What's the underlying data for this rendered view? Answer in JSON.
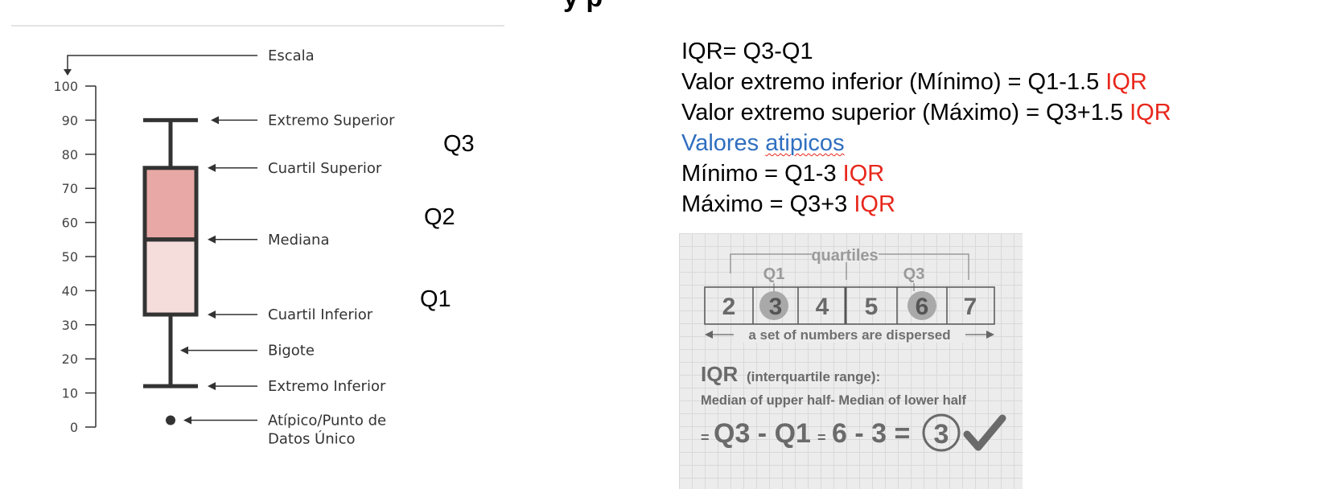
{
  "header": {
    "cut_title": "y p"
  },
  "boxplot": {
    "axis_ticks": [
      "100",
      "90",
      "80",
      "70",
      "60",
      "50",
      "40",
      "30",
      "20",
      "10",
      "0"
    ],
    "labels": {
      "scale": "Escala",
      "upper_extreme": "Extremo Superior",
      "upper_quartile": "Cuartil Superior",
      "median": "Mediana",
      "lower_quartile": "Cuartil Inferior",
      "whisker": "Bigote",
      "lower_extreme": "Extremo Inferior",
      "outlier_line1": "Atípico/Punto de",
      "outlier_line2": "Datos Único"
    },
    "values": {
      "max": 90,
      "q3": 76,
      "median": 55,
      "q1": 33,
      "min": 12,
      "outlier": 2
    },
    "colors": {
      "upper_box": "#e8a8a6",
      "lower_box": "#f5dddc",
      "stroke": "#333333"
    }
  },
  "quartile_tags": {
    "q3": "Q3",
    "q2": "Q2",
    "q1": "Q1"
  },
  "formulas": {
    "iqr": "IQR= Q3-Q1",
    "lower_prefix": "Valor extremo inferior (Mínimo) = Q1-1.5 ",
    "upper_prefix": "Valor extremo superior (Máximo) = Q3+1.5 ",
    "outliers_word1": "Valores ",
    "outliers_word2": "atipicos",
    "min_prefix": "Mínimo = Q1-3 ",
    "max_prefix": "Máximo = Q3+3 ",
    "iqr_token": "IQR",
    "colors": {
      "red": "#e8261b",
      "blue": "#2f6fc0"
    }
  },
  "quartile_figure": {
    "title": "quartiles",
    "q1_label": "Q1",
    "q3_label": "Q3",
    "numbers": [
      "2",
      "3",
      "4",
      "5",
      "6",
      "7"
    ],
    "caption": "a set of numbers are dispersed",
    "iqr_heading": "IQR",
    "iqr_paren": "(interquartile range):",
    "iqr_desc": "Median of upper half- Median of lower half",
    "eq_sign1": "=",
    "eq_part1": "Q3 - Q1",
    "eq_sign2": "=",
    "eq_part2": "6 - 3 =",
    "result": "3"
  }
}
